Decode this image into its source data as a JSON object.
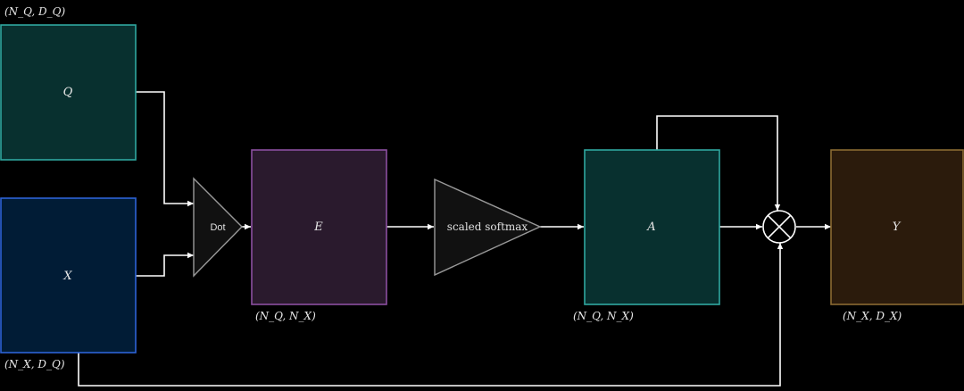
{
  "colors": {
    "background": "#000000",
    "q_fill": "#08302f",
    "q_stroke": "#2fa7a0",
    "x_fill": "#011c36",
    "x_stroke": "#2d63d6",
    "e_fill": "#2a1a2d",
    "e_stroke": "#8b4fa0",
    "a_fill": "#08302f",
    "a_stroke": "#2fa7a0",
    "y_fill": "#2b1b0c",
    "y_stroke": "#8a6a33",
    "op_fill": "#111111",
    "op_stroke": "#999999",
    "wire": "#ffffff"
  },
  "blocks": {
    "q": {
      "label": "Q",
      "shape": "(N_Q, D_Q)"
    },
    "x": {
      "label": "X",
      "shape": "(N_X, D_Q)"
    },
    "e": {
      "label": "E",
      "shape": "(N_Q, N_X)"
    },
    "a": {
      "label": "A",
      "shape": "(N_Q, N_X)"
    },
    "y": {
      "label": "Y",
      "shape": "(N_X, D_X)"
    }
  },
  "ops": {
    "dot": {
      "label": "Dot"
    },
    "softmax": {
      "label": "scaled softmax"
    },
    "multiply": {
      "symbol": "×"
    }
  }
}
